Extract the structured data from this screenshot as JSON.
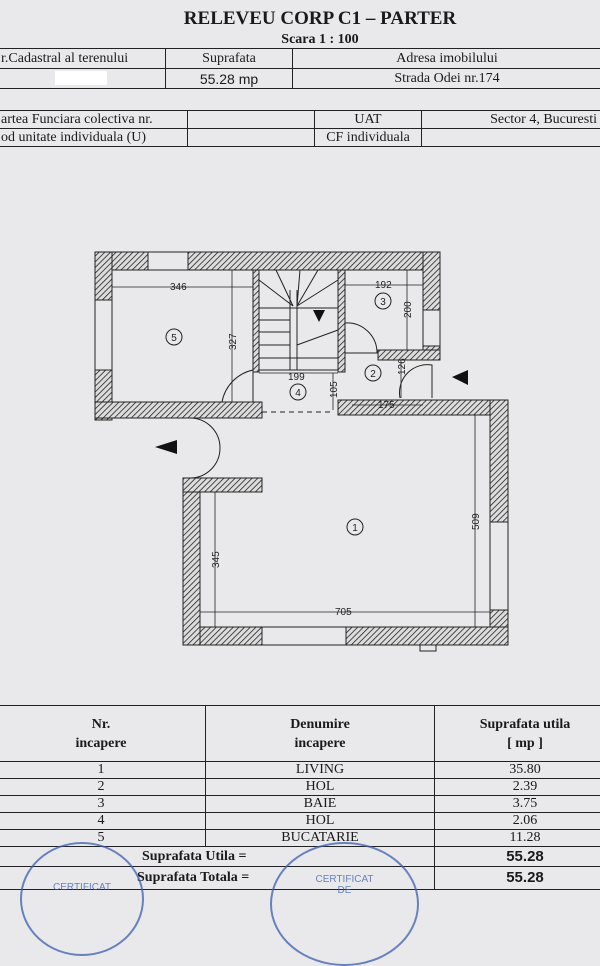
{
  "header": {
    "title": "RELEVEU CORP C1 – PARTER",
    "scale": "Scara 1 : 100"
  },
  "info_table": {
    "cadastral_label": "r.Cadastral al terenului",
    "area_label": "Suprafata",
    "address_label": "Adresa imobilului",
    "area_value": "55.28 mp",
    "address_value": "Strada Odei nr.174"
  },
  "registry_table": {
    "cf_collective_label": "artea Funciara colectiva nr.",
    "uat_label": "UAT",
    "uat_value": "Sector 4, Bucuresti",
    "unit_code_label": "od unitate individuala (U)",
    "cf_individual_label": "CF individuala"
  },
  "floor_plan": {
    "rooms": [
      "1",
      "2",
      "3",
      "4",
      "5"
    ],
    "dimensions": {
      "d346": "346",
      "d327": "327",
      "d192": "192",
      "d200": "200",
      "d199": "199",
      "d105": "105",
      "d126": "126",
      "d175": "175",
      "d509": "509",
      "d345": "345",
      "d705": "705"
    }
  },
  "rooms_table": {
    "headers": {
      "nr": [
        "Nr.",
        "incapere"
      ],
      "name": [
        "Denumire",
        "incapere"
      ],
      "area": [
        "Suprafata utila",
        "[ mp ]"
      ]
    },
    "rows": [
      {
        "nr": "1",
        "name": "LIVING",
        "area": "35.80"
      },
      {
        "nr": "2",
        "name": "HOL",
        "area": "2.39"
      },
      {
        "nr": "3",
        "name": "BAIE",
        "area": "3.75"
      },
      {
        "nr": "4",
        "name": "HOL",
        "area": "2.06"
      },
      {
        "nr": "5",
        "name": "BUCATARIE",
        "area": "11.28"
      }
    ],
    "useful_label": "Suprafata Utila =",
    "useful_value": "55.28",
    "total_label": "Suprafata Totala =",
    "total_value": "55.28"
  },
  "stamps": {
    "text": "CERTIFICAT",
    "text2": "DE"
  }
}
